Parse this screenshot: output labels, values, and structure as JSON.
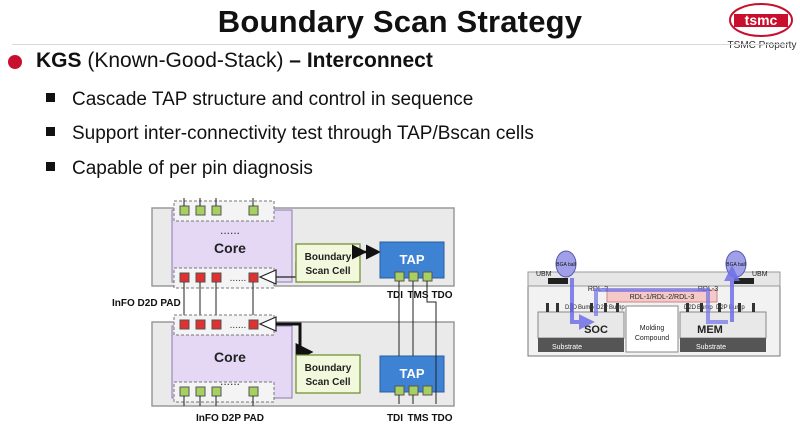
{
  "slide": {
    "title": "Boundary Scan Strategy",
    "logo_text": "tsmc",
    "property_label": "TSMC Property",
    "main_bullet": {
      "bold_term": "KGS",
      "paren_text": "(Known-Good-Stack)",
      "dash": "–",
      "bold_suffix": "Interconnect"
    },
    "sub_bullets": [
      "Cascade TAP structure and control in sequence",
      "Support inter-connectivity test through TAP/Bscan cells",
      "Capable of per pin diagnosis"
    ]
  },
  "left_diagram": {
    "top_die": {
      "core_label": "Core",
      "dots": "......",
      "bscan_label_line1": "Boundary",
      "bscan_label_line2": "Scan Cell",
      "tap_label": "TAP",
      "pins": [
        "TDI",
        "TMS",
        "TDO"
      ]
    },
    "bottom_die": {
      "core_label": "Core",
      "dots": "......",
      "bscan_label_line1": "Boundary",
      "bscan_label_line2": "Scan Cell",
      "tap_label": "TAP",
      "pins": [
        "TDI",
        "TMS",
        "TDO"
      ]
    },
    "d2d_pad_label": "InFO D2D PAD",
    "d2p_pad_label": "InFO D2P PAD"
  },
  "right_diagram": {
    "labels": {
      "ubm_left": "UBM",
      "ubm_right": "UBM",
      "bga_left": "BGA ball",
      "bga_right": "BGA ball",
      "rdl_left": "RDL-3",
      "rdl_right": "RDL-3",
      "rdl_center": "RDL-1/RDL-2/RDL-3",
      "soc": "SOC",
      "mem": "MEM",
      "d2d_bump_left": "D2D",
      "bump_left": "Bump",
      "d2p_bump_left": "D2P",
      "bump_left2": "Bump",
      "d2d_bump_right": "D2D",
      "bump_right": "Bump",
      "d2p_bump_right": "D2P",
      "bump_right2": "Bump",
      "molding_line1": "Molding",
      "molding_line2": "Compound",
      "substrate_left": "Substrate",
      "substrate_right": "Substrate"
    }
  },
  "colors": {
    "accent_red": "#c8102e",
    "core_purple": "#e4d8f5",
    "pad_red": "#e03030",
    "pad_green": "#a8d060",
    "bscan_fill": "#f2f8dc",
    "tap_blue": "#3e82d4",
    "scan_path": "#7070e8"
  }
}
